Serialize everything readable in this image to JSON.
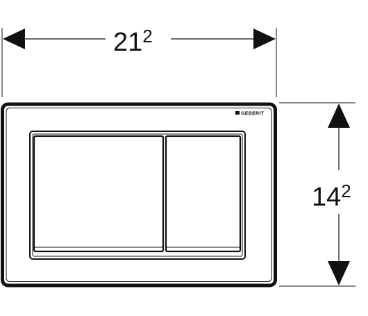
{
  "width_dimension": {
    "main": "21",
    "sup": "2"
  },
  "height_dimension": {
    "main": "14",
    "sup": "2"
  },
  "brand": {
    "name": "GEBERIT"
  },
  "colors": {
    "line": "#111111",
    "background": "#ffffff"
  }
}
